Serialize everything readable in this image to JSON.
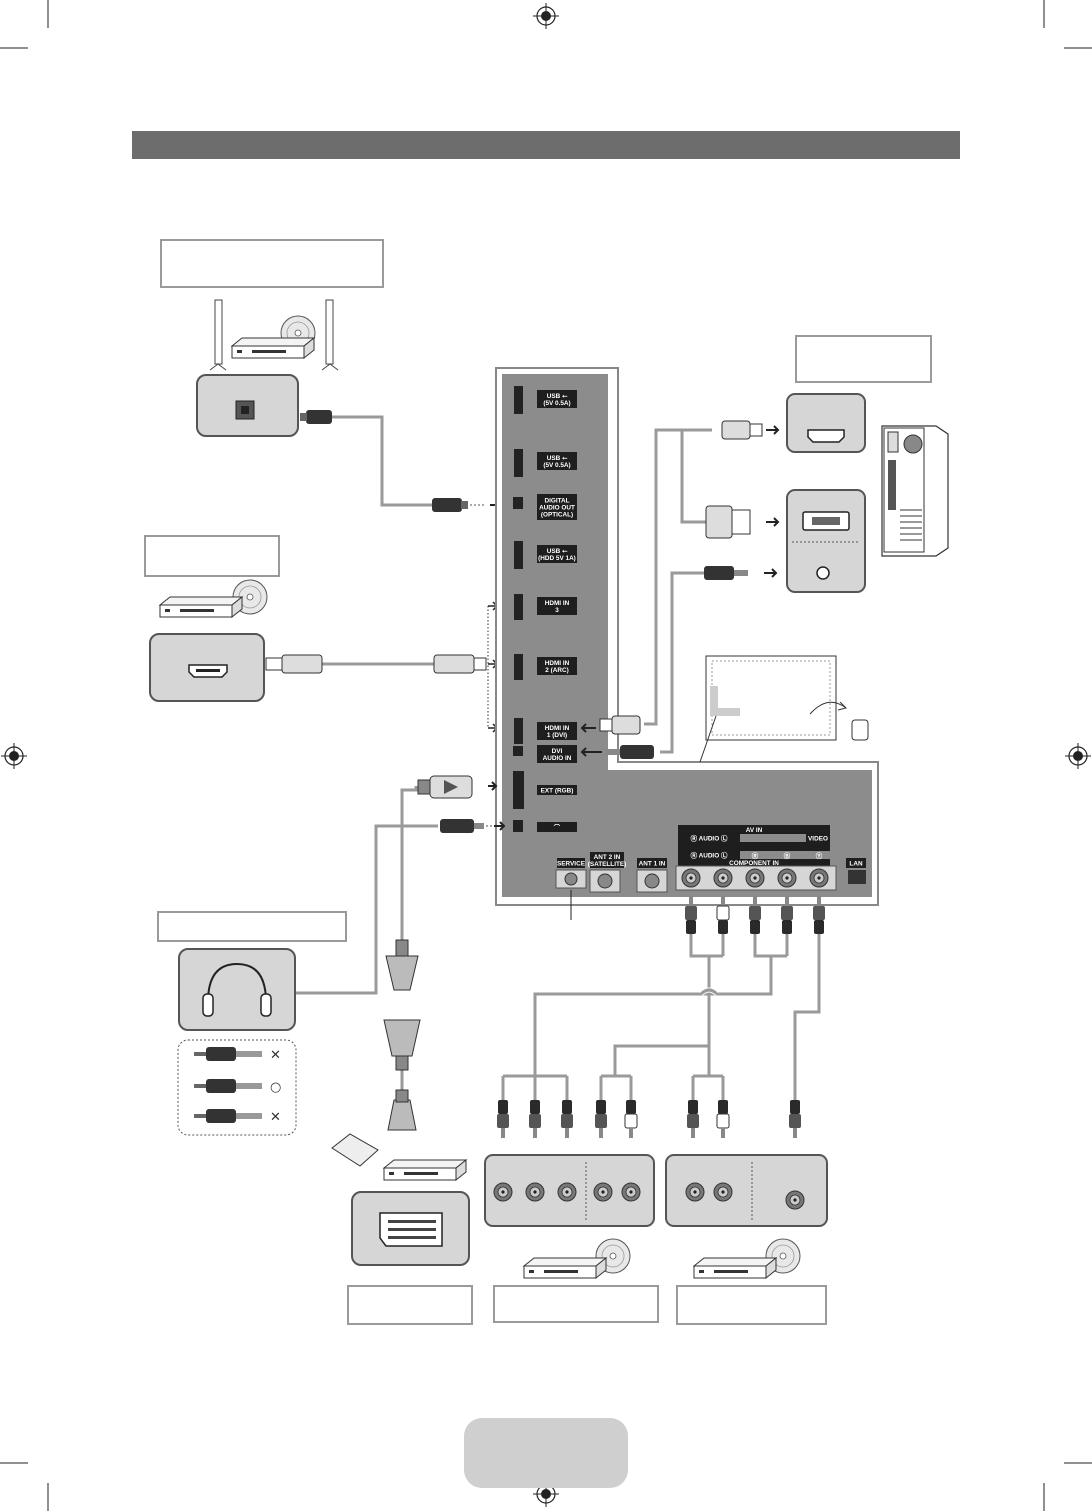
{
  "colors": {
    "header_bar": "#6d6d6d",
    "panel_fill": "#8c8c8c",
    "port_label_bg": "#1e1e1e",
    "cable": "#9a9a9a",
    "label_box_border": "#9a9a9a",
    "page_tab": "#cfcfcf"
  },
  "side_panel_ports": [
    "USB ⭠\n(5V 0.5A)",
    "USB ⭠\n(5V 0.5A)",
    "DIGITAL\nAUDIO OUT\n(OPTICAL)",
    "USB ⭠\n(HDD 5V 1A)",
    "HDMI IN\n3",
    "HDMI IN\n2 (ARC)",
    "HDMI IN\n1 (DVI)",
    "DVI\nAUDIO IN",
    "EXT (RGB)",
    "⌒"
  ],
  "bottom_panel_ports": {
    "service": "SERVICE",
    "ant2": "ANT 2 IN\n(SATELLITE)",
    "ant1": "ANT 1 IN",
    "lan": "LAN",
    "av_in": "AV IN",
    "audio_l_r_top": "Ⓡ AUDIO Ⓛ",
    "video": "VIDEO",
    "audio_l_r_bottom": "Ⓡ AUDIO Ⓛ",
    "component_in": "COMPONENT IN",
    "pr": "Ⓡ",
    "pb": "Ⓑ",
    "y": "Ⓨ"
  },
  "headphone_plug_marks": [
    "✕",
    "○",
    "✕"
  ],
  "icons": {
    "registration_marks": "crosshair-circle-icon",
    "home_theater": "home-theater-icon",
    "dvd_player": "dvd-player-icon",
    "pc": "pc-tower-icon",
    "headphones": "headphones-icon",
    "scart": "scart-connector-icon",
    "tv_back": "tv-back-icon"
  }
}
